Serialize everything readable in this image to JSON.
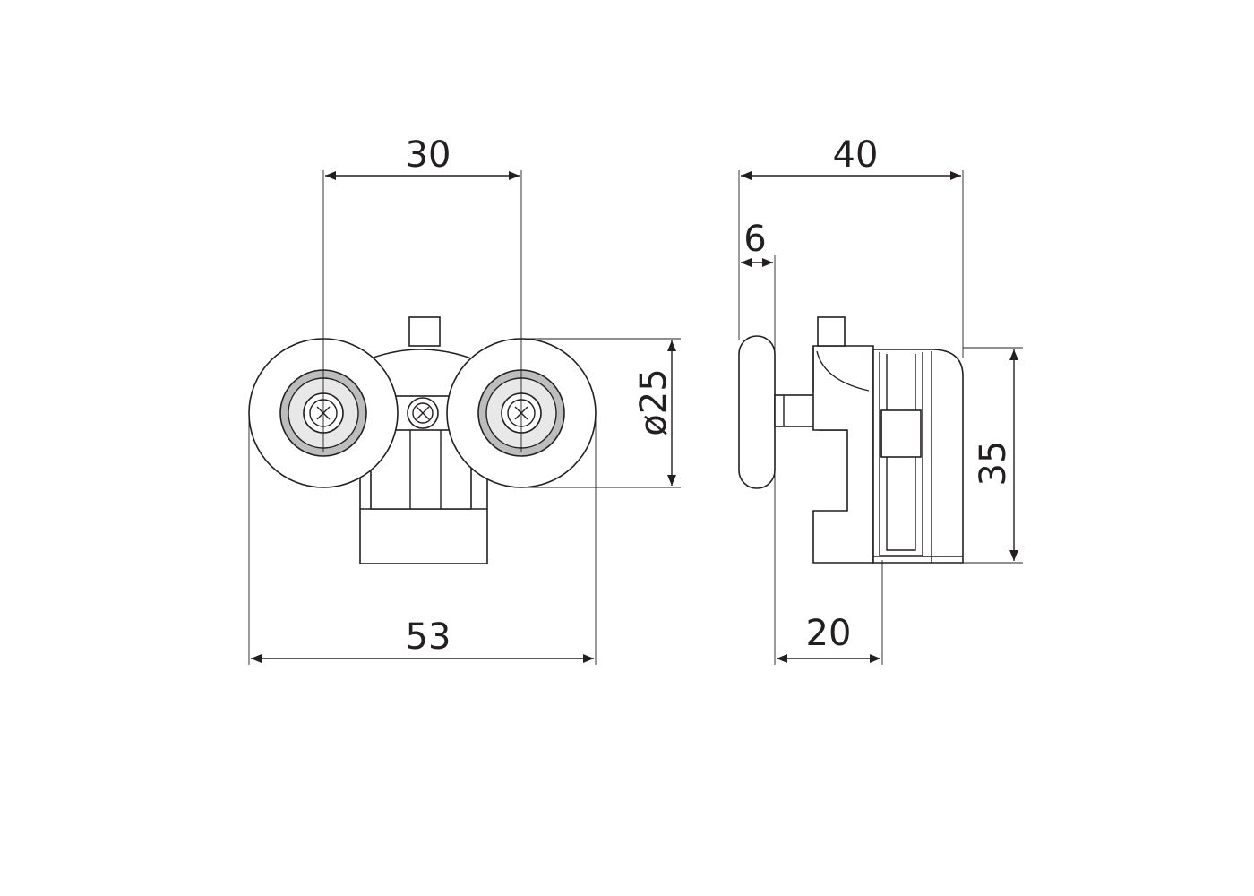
{
  "dimensions": {
    "front_wheel_spacing": "30",
    "front_total_width": "53",
    "wheel_diameter": "ø25",
    "side_total_depth": "40",
    "side_wheel_thickness": "6",
    "side_glass_offset": "20",
    "side_height": "35"
  },
  "colors": {
    "line": "#231f20",
    "fill_grey": "#bdbdbd",
    "background": "#ffffff"
  }
}
